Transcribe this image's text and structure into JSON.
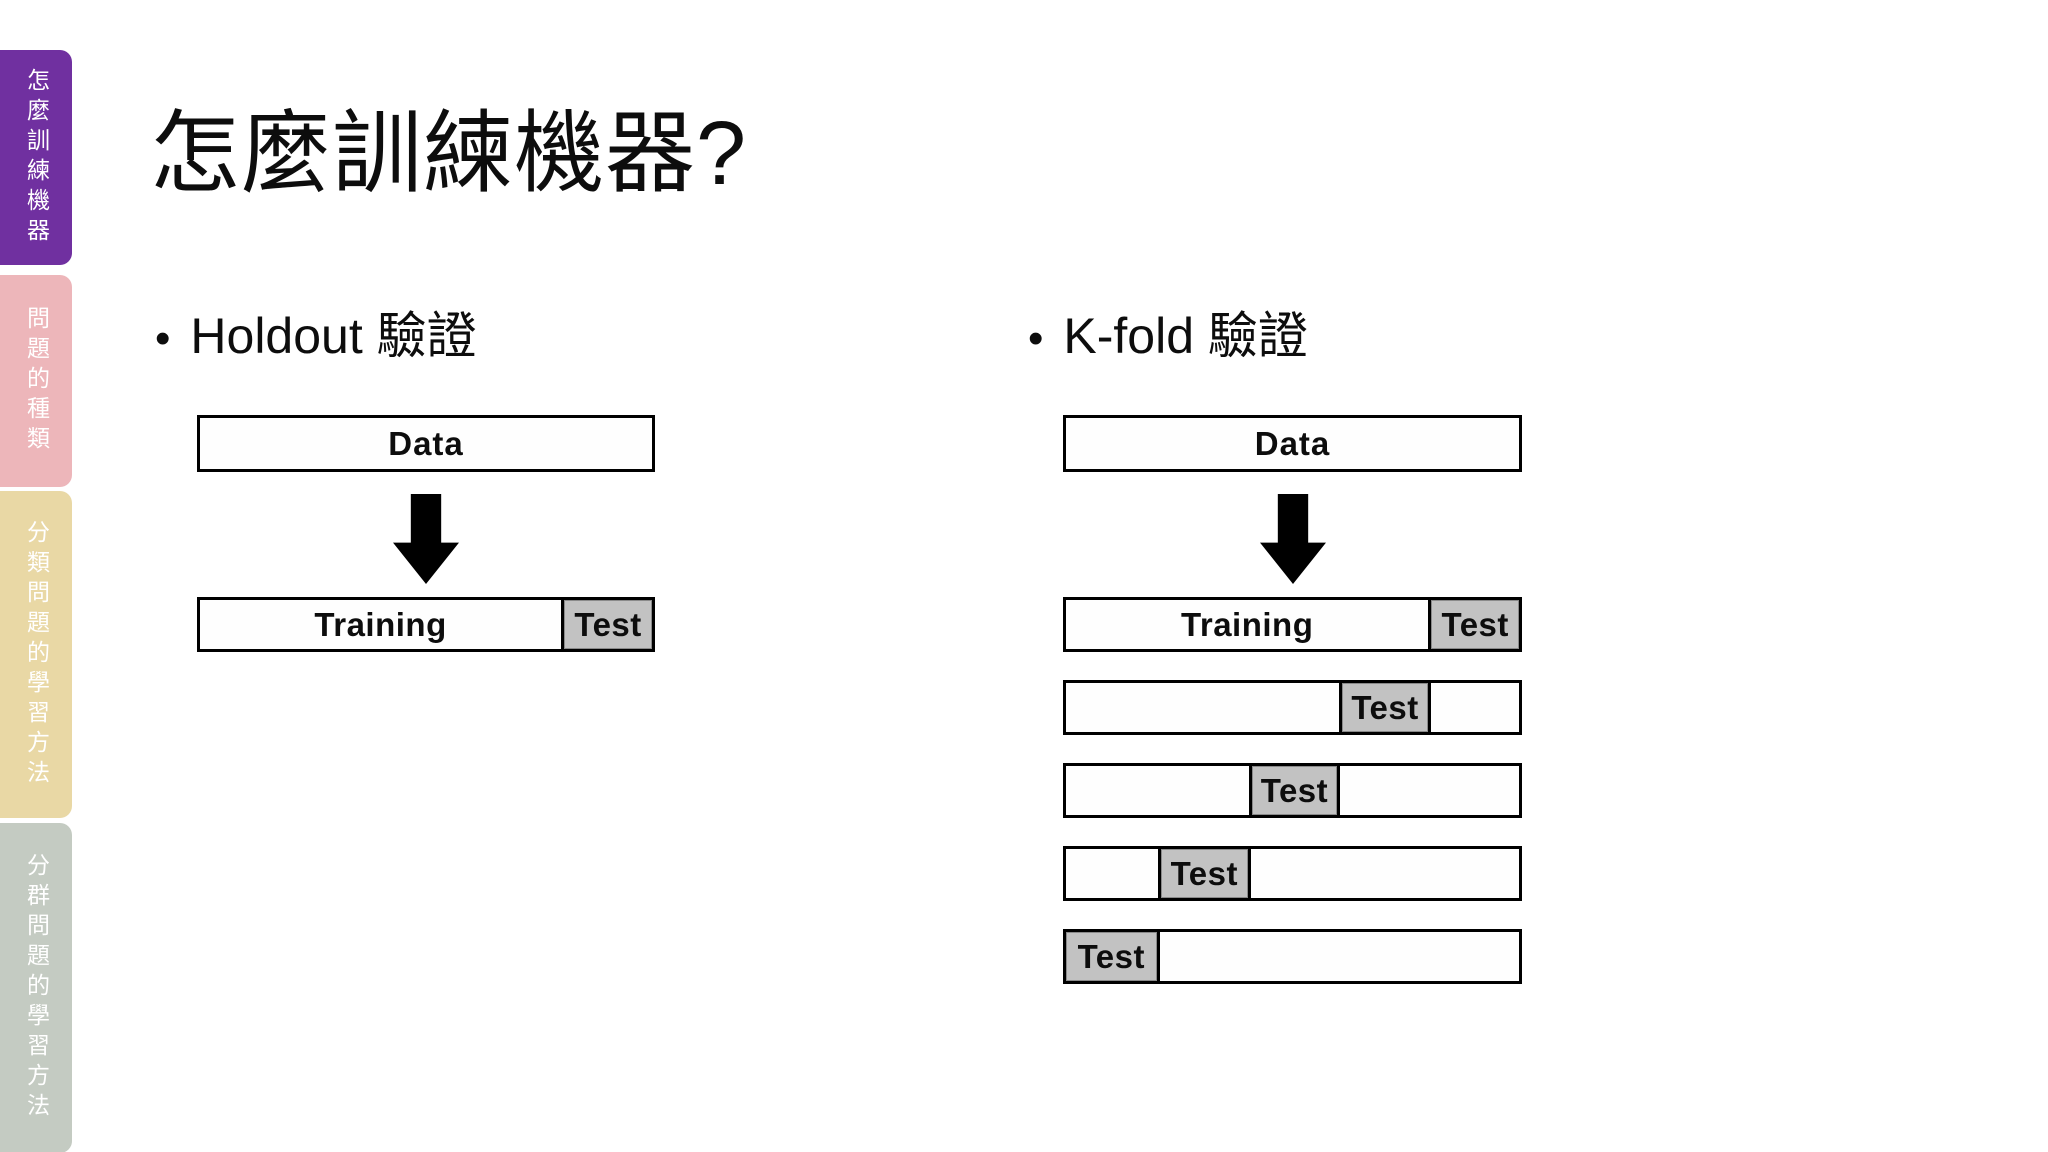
{
  "title": "怎麼訓練機器?",
  "sidebar": {
    "tabs": [
      {
        "label": "怎麼訓練機器",
        "color": "#7030a0"
      },
      {
        "label": "問題的種類",
        "color": "#edb6ba"
      },
      {
        "label": "分類問題的學習方法",
        "color": "#e9d8a5"
      },
      {
        "label": "分群問題的學習方法",
        "color": "#c4cbc2"
      }
    ]
  },
  "colors": {
    "test_fill": "#c2c2c2",
    "box_border": "#000000",
    "background": "#ffffff"
  },
  "bullet_glyph": "•",
  "sections": {
    "holdout": {
      "heading": "Holdout 驗證",
      "data_label": "Data",
      "rows": [
        [
          {
            "t": "train",
            "label": "Training",
            "w": 79.9
          },
          {
            "t": "test",
            "label": "Test",
            "w": 20.1
          }
        ]
      ]
    },
    "kfold": {
      "heading": "K-fold 驗證",
      "data_label": "Data",
      "rows": [
        [
          {
            "t": "train",
            "label": "Training",
            "w": 80.0
          },
          {
            "t": "test",
            "label": "Test",
            "w": 20.0
          }
        ],
        [
          {
            "t": "plain",
            "label": "",
            "w": 60.3
          },
          {
            "t": "test",
            "label": "Test",
            "w": 19.6
          },
          {
            "t": "plain",
            "label": "",
            "w": 20.1
          }
        ],
        [
          {
            "t": "plain",
            "label": "",
            "w": 40.3
          },
          {
            "t": "test",
            "label": "Test",
            "w": 19.6
          },
          {
            "t": "plain",
            "label": "",
            "w": 40.1
          }
        ],
        [
          {
            "t": "plain",
            "label": "",
            "w": 20.3
          },
          {
            "t": "test",
            "label": "Test",
            "w": 19.8
          },
          {
            "t": "plain",
            "label": "",
            "w": 59.9
          }
        ],
        [
          {
            "t": "test",
            "label": "Test",
            "w": 20.0
          },
          {
            "t": "plain",
            "label": "",
            "w": 80.0
          }
        ]
      ]
    }
  }
}
